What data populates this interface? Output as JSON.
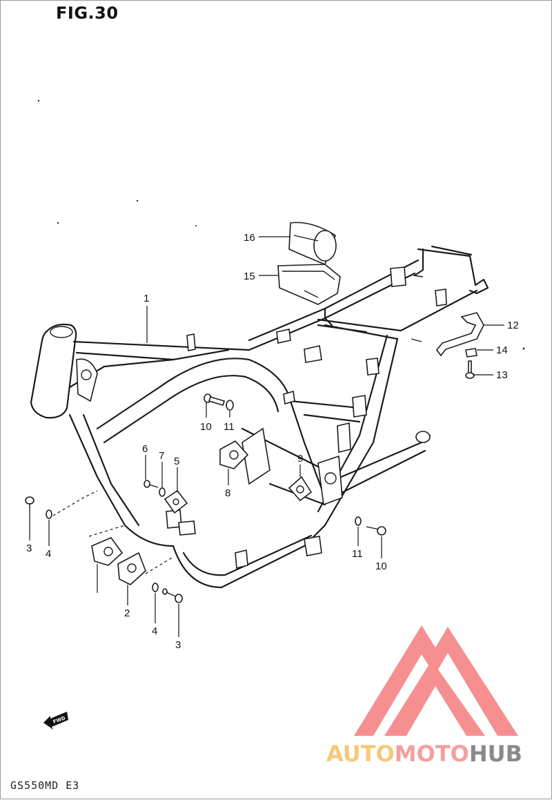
{
  "header": {
    "title": "FIG.30"
  },
  "footer": {
    "model_code": "GS550MD E3"
  },
  "fwd_label": "FWD",
  "watermark": {
    "part1": "AUTO",
    "part2": "MOTO",
    "part3": "HUB",
    "colors": {
      "auto": "#f5c97a",
      "moto": "#f4a0a0",
      "hub": "#8a8a8a",
      "triangle": "#f47c7c"
    }
  },
  "callouts": [
    {
      "id": "c16",
      "label": "16"
    },
    {
      "id": "c15",
      "label": "15"
    },
    {
      "id": "c1",
      "label": "1"
    },
    {
      "id": "c12",
      "label": "12"
    },
    {
      "id": "c14",
      "label": "14"
    },
    {
      "id": "c13",
      "label": "13"
    },
    {
      "id": "c10a",
      "label": "10"
    },
    {
      "id": "c11a",
      "label": "11"
    },
    {
      "id": "c6",
      "label": "6"
    },
    {
      "id": "c7",
      "label": "7"
    },
    {
      "id": "c5",
      "label": "5"
    },
    {
      "id": "c8",
      "label": "8"
    },
    {
      "id": "c9",
      "label": "9"
    },
    {
      "id": "c3a",
      "label": "3"
    },
    {
      "id": "c4a",
      "label": "4"
    },
    {
      "id": "c11b",
      "label": "11"
    },
    {
      "id": "c10b",
      "label": "10"
    },
    {
      "id": "c2",
      "label": "2"
    },
    {
      "id": "c4b",
      "label": "4"
    },
    {
      "id": "c3b",
      "label": "3"
    }
  ]
}
